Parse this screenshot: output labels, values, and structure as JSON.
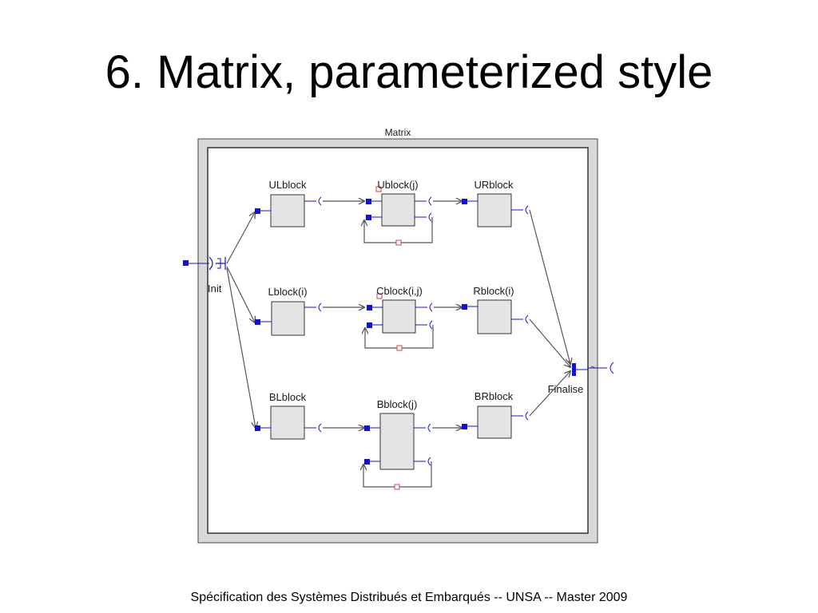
{
  "slide": {
    "title": "6.  Matrix, parameterized style",
    "footer": "Spécification des Systèmes Distribués et Embarqués  --  UNSA -- Master 2009"
  },
  "diagram": {
    "container_label": "Matrix",
    "init_label": "Init",
    "finalise_label": "Finalise",
    "blocks": {
      "ul": "ULblock",
      "u": "Ublock(j)",
      "ur": "URblock",
      "l": "Lblock(i)",
      "c": "Cblock(i,j)",
      "r": "Rblock(i)",
      "bl": "BLblock",
      "b": "Bblock(j)",
      "br": "BRblock"
    },
    "colors": {
      "port": "#1010e0",
      "wire": "#555555",
      "block_fill": "#e4e4e4",
      "loop_marker": "#d04040",
      "frame": "#333333"
    }
  }
}
